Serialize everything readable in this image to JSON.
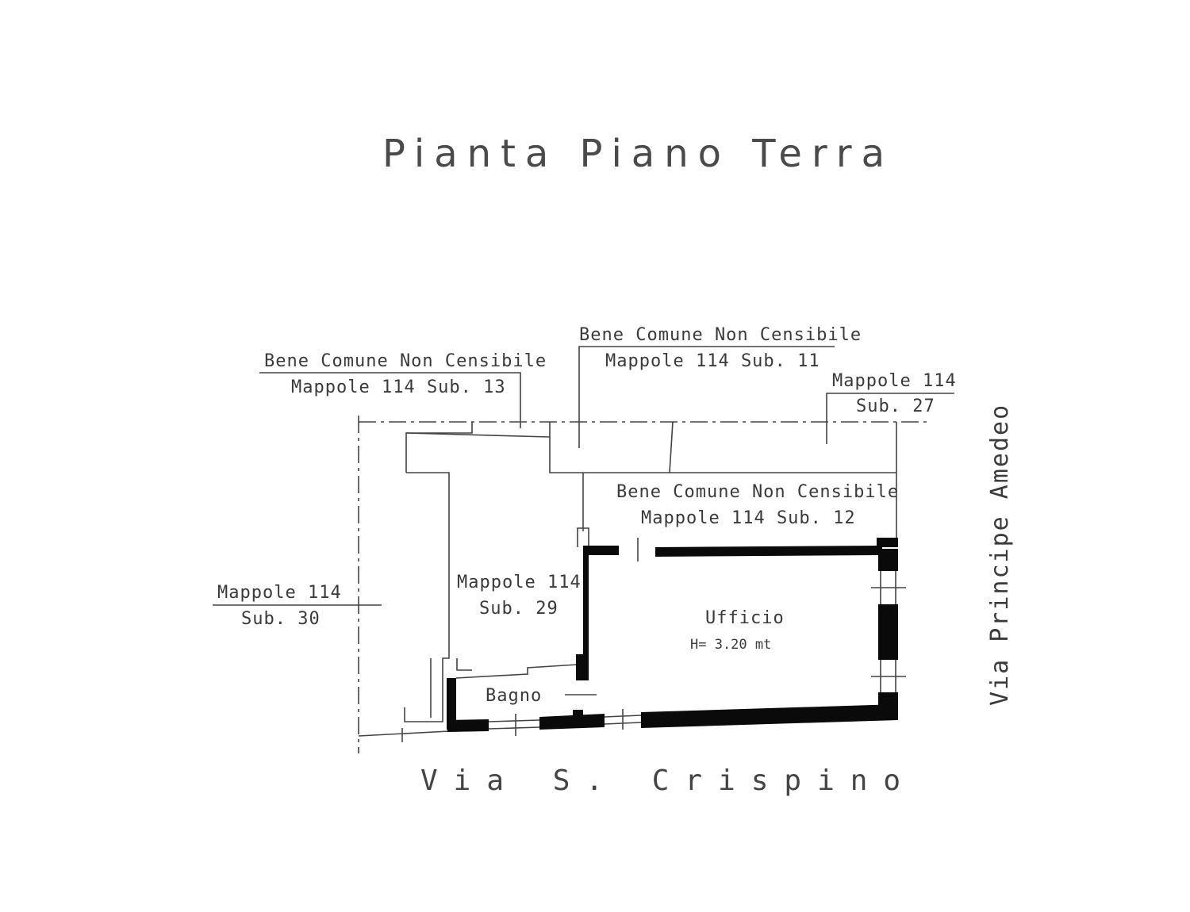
{
  "title": "Pianta Piano Terra",
  "street_bottom": "Via S. Crispino",
  "street_right": "Via Principe Amedeo",
  "labels": {
    "bene_left_1": "Bene Comune Non Censibile",
    "bene_left_2": "Mappole 114 Sub. 13",
    "bene_top_1": "Bene Comune Non Censibile",
    "bene_top_2": "Mappole 114 Sub. 11",
    "sub27_1": "Mappole 114",
    "sub27_2": "Sub. 27",
    "bene_mid_1": "Bene Comune Non Censibile",
    "bene_mid_2": "Mappole 114 Sub. 12",
    "sub30_1": "Mappole 114",
    "sub30_2": "Sub. 30",
    "sub29_1": "Mappole 114",
    "sub29_2": "Sub. 29",
    "ufficio": "Ufficio",
    "height": "H= 3.20 mt",
    "bagno": "Bagno"
  }
}
